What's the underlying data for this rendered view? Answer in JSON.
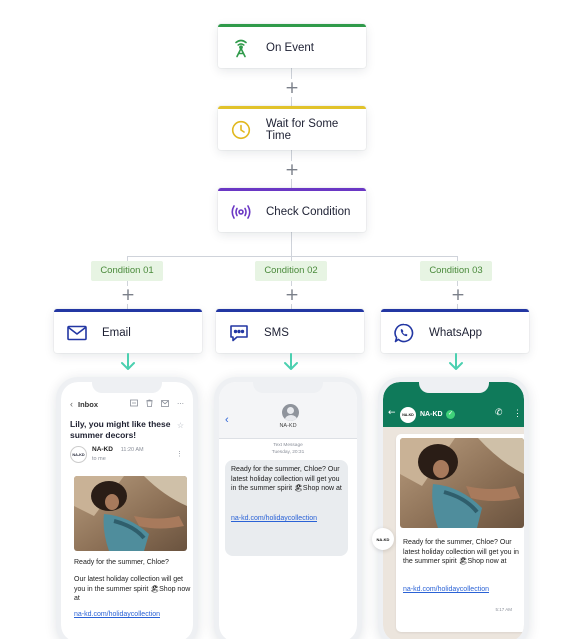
{
  "flow": {
    "steps": [
      {
        "label": "On Event",
        "icon": "antenna-icon",
        "color": "#2f9a4a"
      },
      {
        "label": "Wait for Some Time",
        "icon": "clock-icon",
        "color": "#e1c22a"
      },
      {
        "label": "Check Condition",
        "icon": "broadcast-icon",
        "color": "#6a37c4"
      }
    ],
    "conditions": [
      "Condition 01",
      "Condition 02",
      "Condition 03"
    ],
    "channels": [
      {
        "label": "Email",
        "icon": "mail-icon"
      },
      {
        "label": "SMS",
        "icon": "chat-icon"
      },
      {
        "label": "WhatsApp",
        "icon": "whatsapp-icon"
      }
    ],
    "plus": "+"
  },
  "email": {
    "folder": "Inbox",
    "subject": "Lily, you might like these summer decors!",
    "sender": "NA-KD",
    "logo": "NA-KD",
    "time": "11:20 AM",
    "to": "to me",
    "greeting": "Ready for the summer, Chloe?",
    "body": "Our latest holiday collection will get you in the summer spirit 🏖Shop now at",
    "link": "na-kd.com/holidaycollection"
  },
  "sms": {
    "contact": "NA-KD",
    "meta_line1": "Text Message",
    "meta_line2": "Tuesday, 20:31",
    "message": "Ready for the summer, Chloe? Our latest holiday collection will get you in the summer spirit 🏖Shop now at",
    "link": "na-kd.com/holidaycollection"
  },
  "whatsapp": {
    "contact": "NA-KD",
    "logo": "NA-KD",
    "message": "Ready for the summer, Chloe? Our latest holiday collection will get you in the summer spirit 🏖Shop now at",
    "link": "na-kd.com/holidaycollection",
    "time": "5:17 AM",
    "header_color": "#0f7a5a"
  }
}
